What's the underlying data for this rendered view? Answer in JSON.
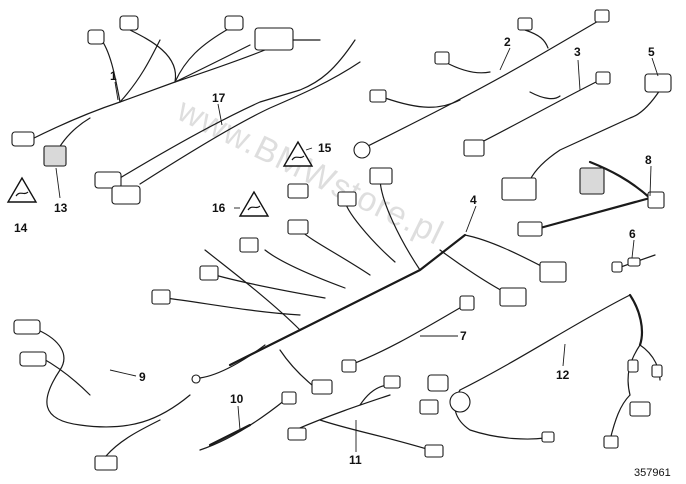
{
  "diagram": {
    "part_labels": [
      "1",
      "2",
      "3",
      "4",
      "5",
      "6",
      "7",
      "8",
      "9",
      "10",
      "11",
      "12",
      "13",
      "14",
      "15",
      "16",
      "17"
    ],
    "doc_number": "357961",
    "watermark": "www.BMWstore.pl"
  }
}
